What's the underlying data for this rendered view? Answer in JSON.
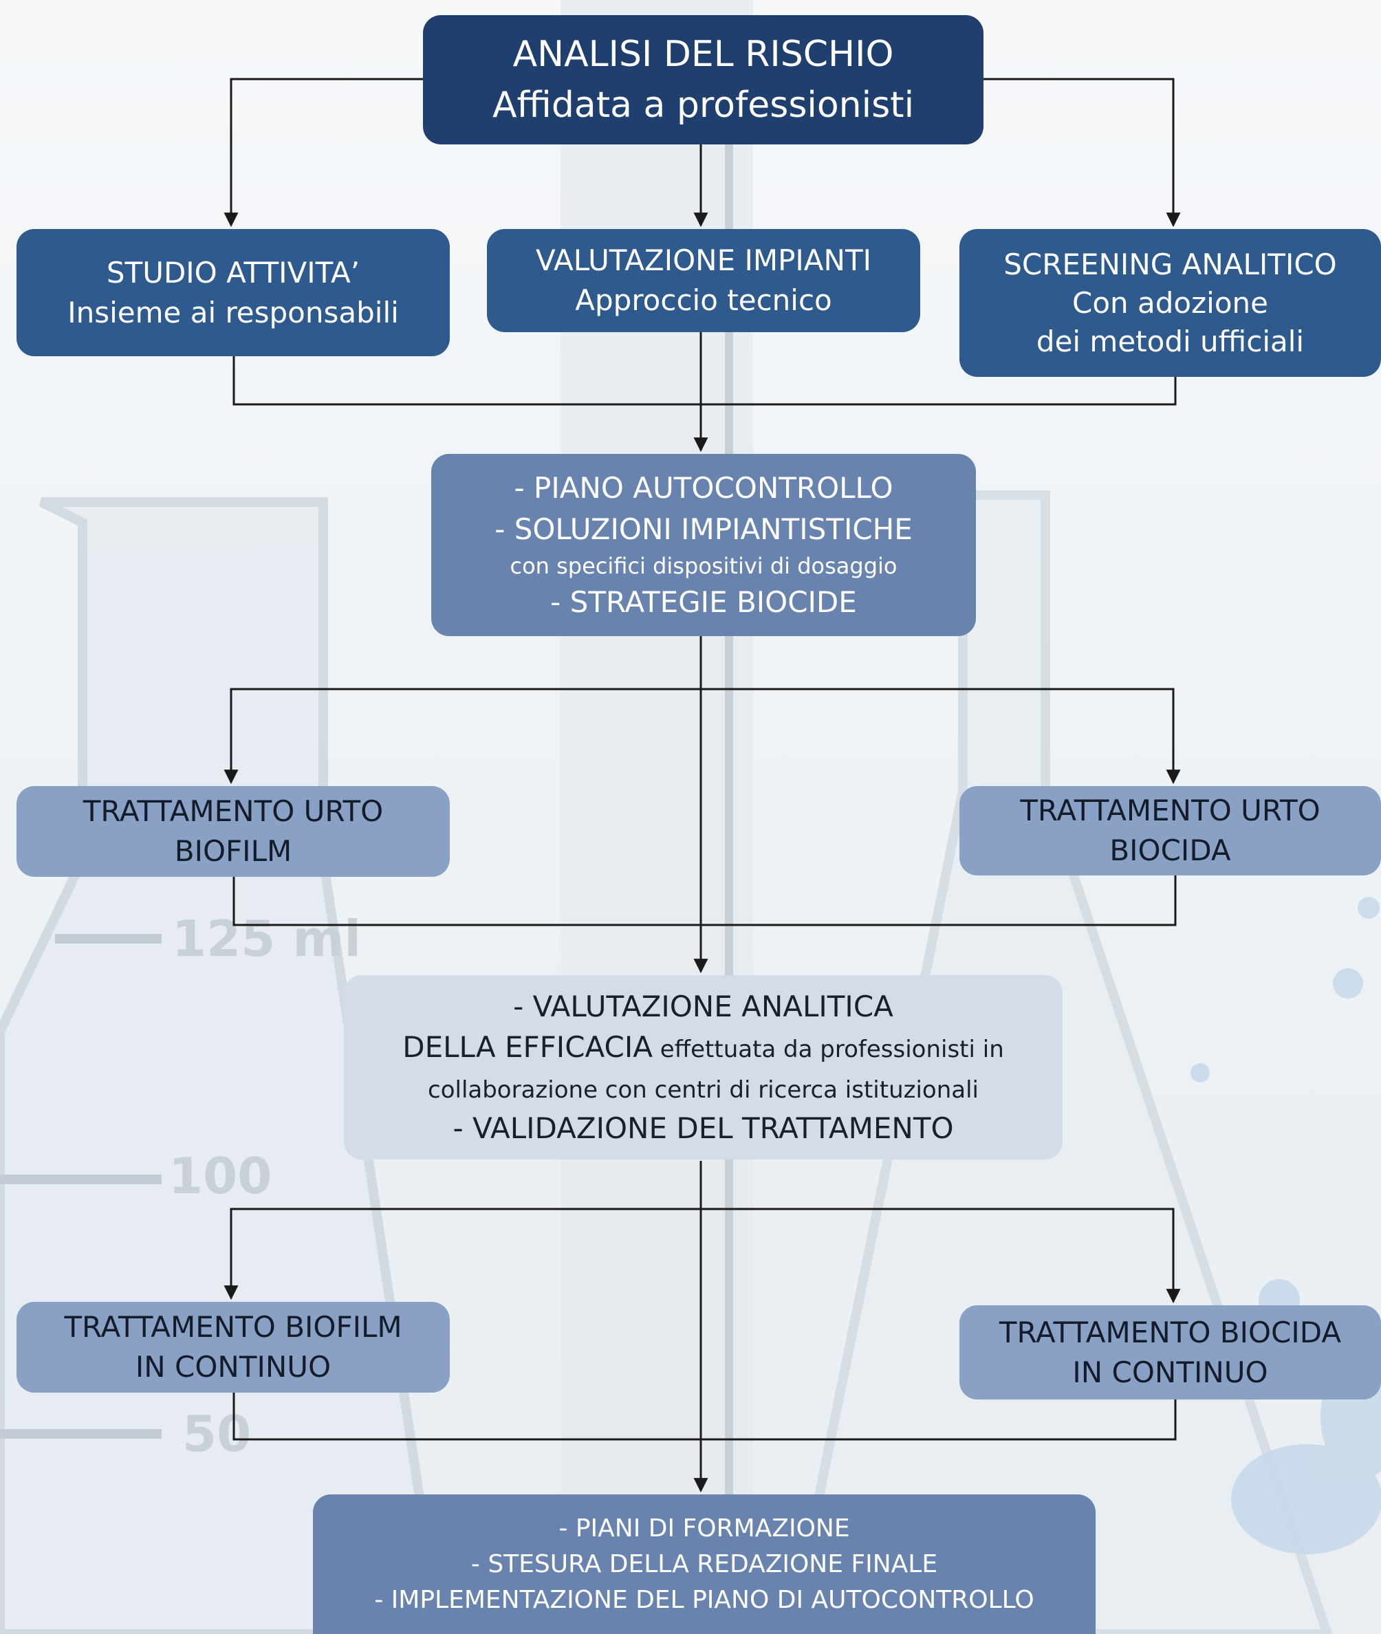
{
  "nodes": {
    "risk_analysis": {
      "lines": [
        "ANALISI DEL RISCHIO",
        "Affidata a professionisti"
      ]
    },
    "activity_study": {
      "lines": [
        "STUDIO ATTIVITA’",
        "Insieme ai responsabili"
      ]
    },
    "plant_evaluation": {
      "lines": [
        "VALUTAZIONE IMPIANTI",
        "Approccio tecnico"
      ]
    },
    "analytical_screening": {
      "lines": [
        "SCREENING ANALITICO",
        "Con adozione",
        "dei metodi ufficiali"
      ]
    },
    "control_plan": {
      "lines": [
        "- PIANO AUTOCONTROLLO",
        "- SOLUZIONI IMPIANTISTICHE",
        "con specifici dispositivi di dosaggio",
        "- STRATEGIE BIOCIDE"
      ]
    },
    "shock_biofilm": {
      "lines": [
        "TRATTAMENTO URTO",
        "BIOFILM"
      ]
    },
    "shock_biocide": {
      "lines": [
        "TRATTAMENTO URTO",
        "BIOCIDA"
      ]
    },
    "efficacy_evaluation": {
      "line1": "- VALUTAZIONE ANALITICA",
      "line2_caps": "DELLA EFFICACIA",
      "line2_rest": " effettuata da professionisti in",
      "line3": "collaborazione con centri di ricerca istituzionali",
      "line4": "- VALIDAZIONE DEL TRATTAMENTO"
    },
    "continuous_biofilm": {
      "lines": [
        "TRATTAMENTO BIOFILM",
        "IN CONTINUO"
      ]
    },
    "continuous_biocide": {
      "lines": [
        "TRATTAMENTO BIOCIDA",
        "IN CONTINUO"
      ]
    },
    "training_plans": {
      "lines": [
        "- PIANI DI FORMAZIONE",
        "- STESURA DELLA REDAZIONE FINALE",
        "- IMPLEMENTAZIONE DEL PIANO DI AUTOCONTROLLO"
      ]
    }
  },
  "background_graphic": {
    "marks": [
      "125 ml",
      "100",
      "50"
    ]
  },
  "colors": {
    "level1": "#1f3f6e",
    "level2": "#2f5a8d",
    "level3": "#6883ad",
    "level4": "#8aa1c6",
    "level5": "#d4dce8",
    "connector": "#1a1a1a"
  }
}
